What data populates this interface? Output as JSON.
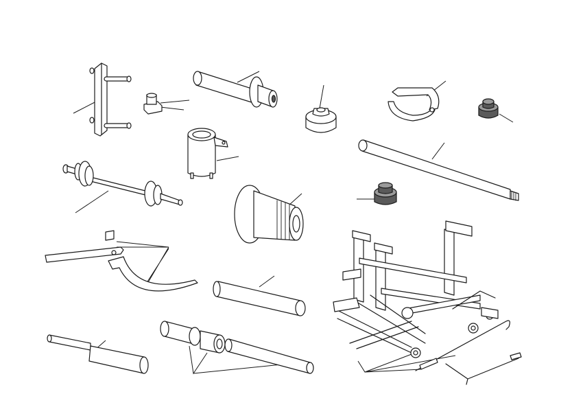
{
  "figure": {
    "style": "line-art exploded view of special service tools",
    "background": "#ffffff",
    "ink_color": "#1a1a1a",
    "tools": [
      {
        "id": "bearing-puller-plate"
      },
      {
        "id": "nut-adapter-set"
      },
      {
        "id": "long-tube-drift"
      },
      {
        "id": "socket-adapter"
      },
      {
        "id": "hook-wrench"
      },
      {
        "id": "dark-bushing-small"
      },
      {
        "id": "slotted-socket"
      },
      {
        "id": "long-rod"
      },
      {
        "id": "bearing-installer-shaft"
      },
      {
        "id": "flanged-threaded-adapter"
      },
      {
        "id": "dark-bushing-large"
      },
      {
        "id": "pin-wrench-set"
      },
      {
        "id": "drift-tube"
      },
      {
        "id": "two-piece-drift"
      },
      {
        "id": "sleeve-installer-set"
      },
      {
        "id": "motorcycle-lift-stand"
      }
    ]
  }
}
